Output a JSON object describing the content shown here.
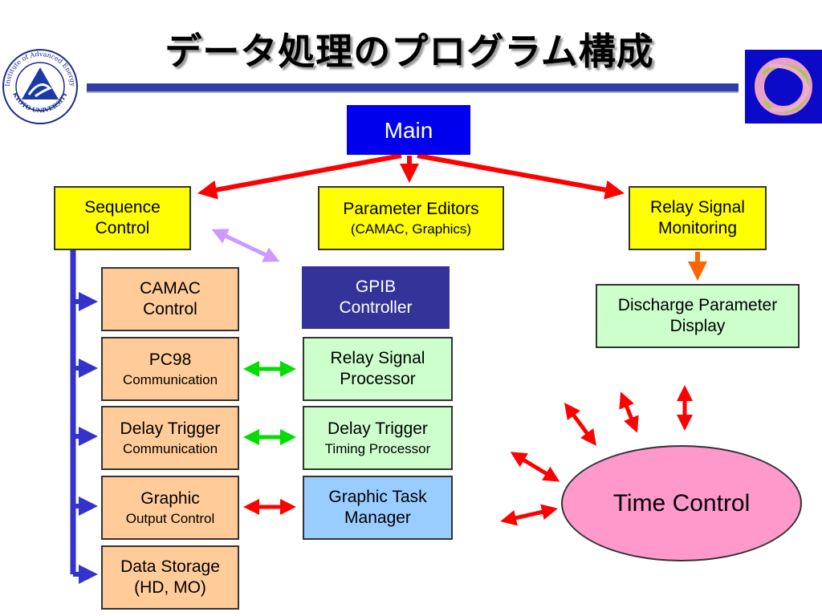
{
  "title": "データ処理のプログラム構成",
  "logo": {
    "ring_text_top": "Institute of Advanced Energy",
    "ring_text_bottom": "KYOTO UNIVERSITY"
  },
  "colors": {
    "title_rule": "#2f3ea8",
    "main": "#0000ee",
    "yellow": "#ffff00",
    "orange": "#ffcc99",
    "green": "#ccffcc",
    "blue_box": "#99ccff",
    "gpib": "#333399",
    "ellipse": "#ff99cc",
    "red_arrow": "#ff0000",
    "green_arrow": "#00dd00",
    "bus": "#3333cc",
    "purple_arrow": "#cc99ff",
    "orange_arrow": "#ff6600"
  },
  "nodes": {
    "main": {
      "label": "Main"
    },
    "sequence_control": {
      "line1": "Sequence",
      "line2": "Control"
    },
    "parameter_editors": {
      "line1": "Parameter Editors",
      "line2": "(CAMAC, Graphics)"
    },
    "relay_signal_monitoring": {
      "line1": "Relay Signal",
      "line2": "Monitoring"
    },
    "camac_control": {
      "line1": "CAMAC",
      "line2": "Control"
    },
    "pc98": {
      "line1": "PC98",
      "line2": "Communication"
    },
    "delay_trigger_comm": {
      "line1": "Delay Trigger",
      "line2": "Communication"
    },
    "graphic_output": {
      "line1": "Graphic",
      "line2": "Output Control"
    },
    "data_storage": {
      "line1": "Data Storage",
      "line2": "(HD, MO)"
    },
    "gpib_controller": {
      "line1": "GPIB",
      "line2": "Controller"
    },
    "relay_signal_processor": {
      "line1": "Relay Signal",
      "line2": "Processor"
    },
    "delay_trigger_timing": {
      "line1": "Delay Trigger",
      "line2": "Timing Processor"
    },
    "graphic_task_manager": {
      "line1": "Graphic Task",
      "line2": "Manager"
    },
    "discharge_parameter_display": {
      "line1": "Discharge Parameter",
      "line2": "Display"
    },
    "time_control": {
      "label": "Time Control"
    }
  }
}
